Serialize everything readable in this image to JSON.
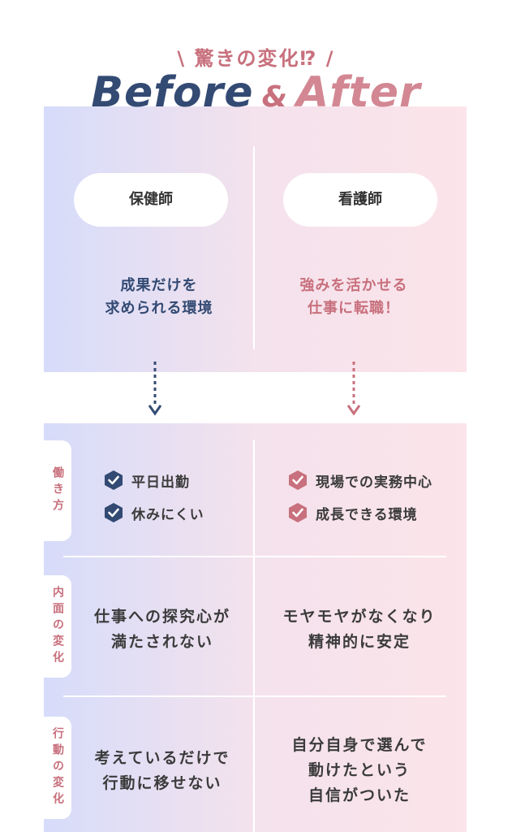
{
  "header": {
    "eyebrow": "\\ 驚きの変化⁉ /",
    "title_before": "Before",
    "title_amp": "&",
    "title_after": "After"
  },
  "roles": {
    "before": "保健師",
    "after": "看護師"
  },
  "leads": {
    "before": [
      "成果だけを",
      "求められる環境"
    ],
    "after": [
      "強みを活かせる",
      "仕事に転職！"
    ]
  },
  "sections": [
    {
      "label": "働き方",
      "before_items": [
        "平日出勤",
        "休みにくい"
      ],
      "after_items": [
        "現場での実務中心",
        "成長できる環境"
      ]
    },
    {
      "label": "内面の変化",
      "before_text": [
        "仕事への探究心が",
        "満たされない"
      ],
      "after_text": [
        "モヤモヤがなくなり",
        "精神的に安定"
      ]
    },
    {
      "label": "行動の変化",
      "before_text": [
        "考えているだけで",
        "行動に移せない"
      ],
      "after_text": [
        "自分自身で選んで",
        "動けたという",
        "自信がついた"
      ]
    }
  ],
  "colors": {
    "navy": "#334a73",
    "rose": "#c8707d",
    "panel_left": "#d6dcfa",
    "panel_right": "#fbe4ea"
  },
  "icons": {
    "check_badge": "hexagon-check-icon",
    "arrow": "dotted-arrow-down-icon"
  }
}
